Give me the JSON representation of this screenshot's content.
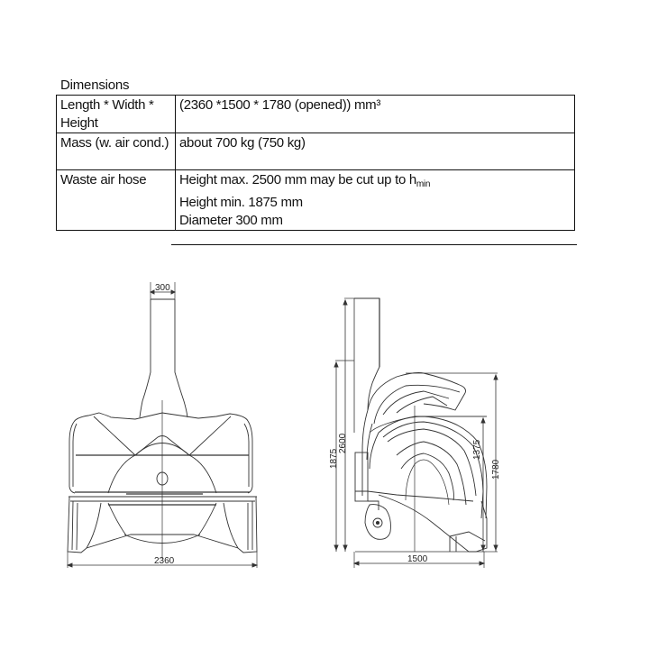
{
  "section_title": "Dimensions",
  "table": {
    "rows": [
      {
        "label": "Length * Width * Height",
        "value_lines": [
          "(2360 *1500 * 1780 (opened)) mm³"
        ]
      },
      {
        "label": "Mass (w. air cond.)",
        "value_lines": [
          "about 700 kg (750 kg)"
        ]
      },
      {
        "label": "Waste air hose",
        "value_lines": [
          "Height max. 2500 mm may be cut up to h",
          "Height min. 1875 mm",
          "Diameter 300 mm"
        ],
        "subscript": "min"
      }
    ]
  },
  "drawing": {
    "front_view": {
      "hose_width_label": "300",
      "total_width_label": "2360"
    },
    "side_view": {
      "hose_max_height_label": "2600",
      "hose_min_height_label": "1875",
      "closed_height_label": "1375",
      "opened_height_label": "1780",
      "depth_label": "1500"
    }
  },
  "colors": {
    "line": "#111111",
    "drawing_line": "#333333",
    "background": "#ffffff"
  }
}
